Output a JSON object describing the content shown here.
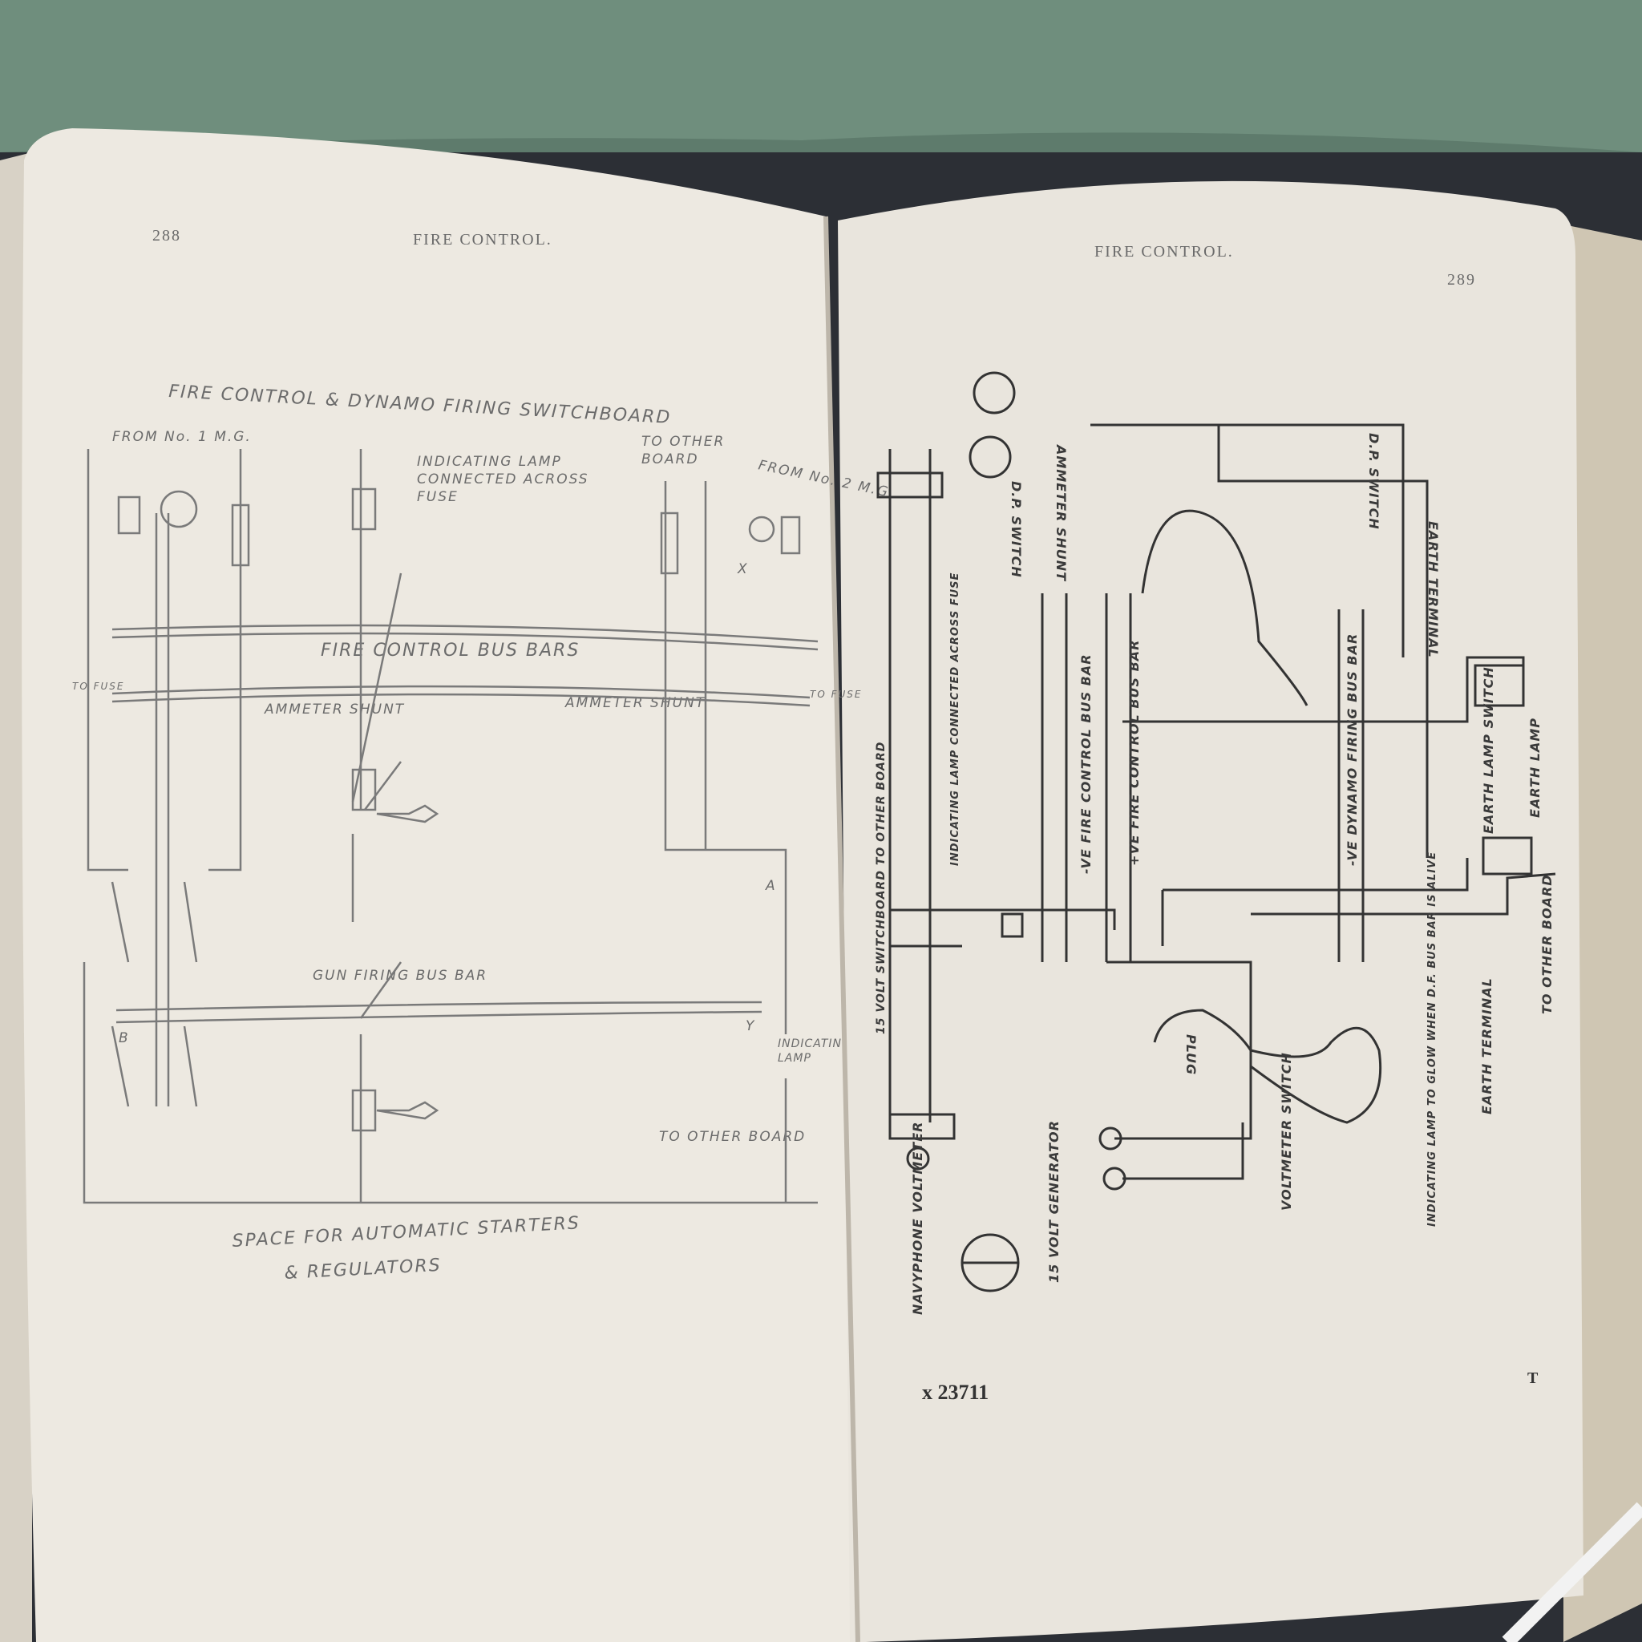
{
  "left_page": {
    "page_number": "288",
    "running_head": "FIRE CONTROL.",
    "diagram_title": "FIRE CONTROL & DYNAMO FIRING SWITCHBOARD",
    "labels": {
      "from_mg1": "FROM No. 1 M.G.",
      "to_other_board_top": "TO OTHER BOARD",
      "from_mg2": "FROM No. 2 M.G.",
      "indicating_lamp_fuse": "INDICATING LAMP CONNECTED ACROSS FUSE",
      "fire_control_bus_bars": "FIRE CONTROL BUS BARS",
      "ammeter_shunt_left": "AMMETER SHUNT",
      "ammeter_shunt_right": "AMMETER SHUNT",
      "to_fuse_left": "TO FUSE",
      "to_fuse_right": "TO FUSE",
      "gun_firing_bus_bar": "GUN FIRING BUS BAR",
      "indicating_lamp": "INDICATING LAMP",
      "to_other_board_bottom": "TO OTHER BOARD",
      "space_for": "SPACE FOR AUTOMATIC STARTERS",
      "regulators": "& REGULATORS",
      "mark_x": "X",
      "mark_y": "Y",
      "mark_a": "A",
      "mark_b": "B"
    }
  },
  "right_page": {
    "page_number": "289",
    "running_head": "FIRE CONTROL.",
    "labels": {
      "ammeter_shunt": "AMMETER SHUNT",
      "dp_switch_left": "D.P. SWITCH",
      "dp_switch_right": "D.P. SWITCH",
      "earth_terminal_top": "EARTH TERMINAL",
      "indicating_lamp_fuse": "INDICATING LAMP CONNECTED ACROSS FUSE",
      "neg_fire_control_bus": "-VE FIRE CONTROL BUS BAR",
      "pos_fire_control_bus": "+VE FIRE CONTROL BUS BAR",
      "dynamo_firing_bus": "-VE DYNAMO FIRING BUS BAR",
      "earth_lamp_switch": "EARTH LAMP SWITCH",
      "earth_lamp": "EARTH LAMP",
      "switchboard_15v": "15 VOLT SWITCHBOARD TO OTHER BOARD",
      "to_other_board": "TO OTHER BOARD",
      "navyphone_voltmeter": "NAVYPHONE VOLTMETER",
      "generator_15v": "15 VOLT GENERATOR",
      "voltmeter_switch": "VOLTMETER SWITCH",
      "plug": "PLUG",
      "indicating_lamp_df": "INDICATING LAMP TO GLOW WHEN D.F. BUS BAR IS ALIVE",
      "earth_terminal_bottom": "EARTH TERMINAL"
    },
    "footer_code": "x 23711",
    "footer_signature": "T"
  }
}
